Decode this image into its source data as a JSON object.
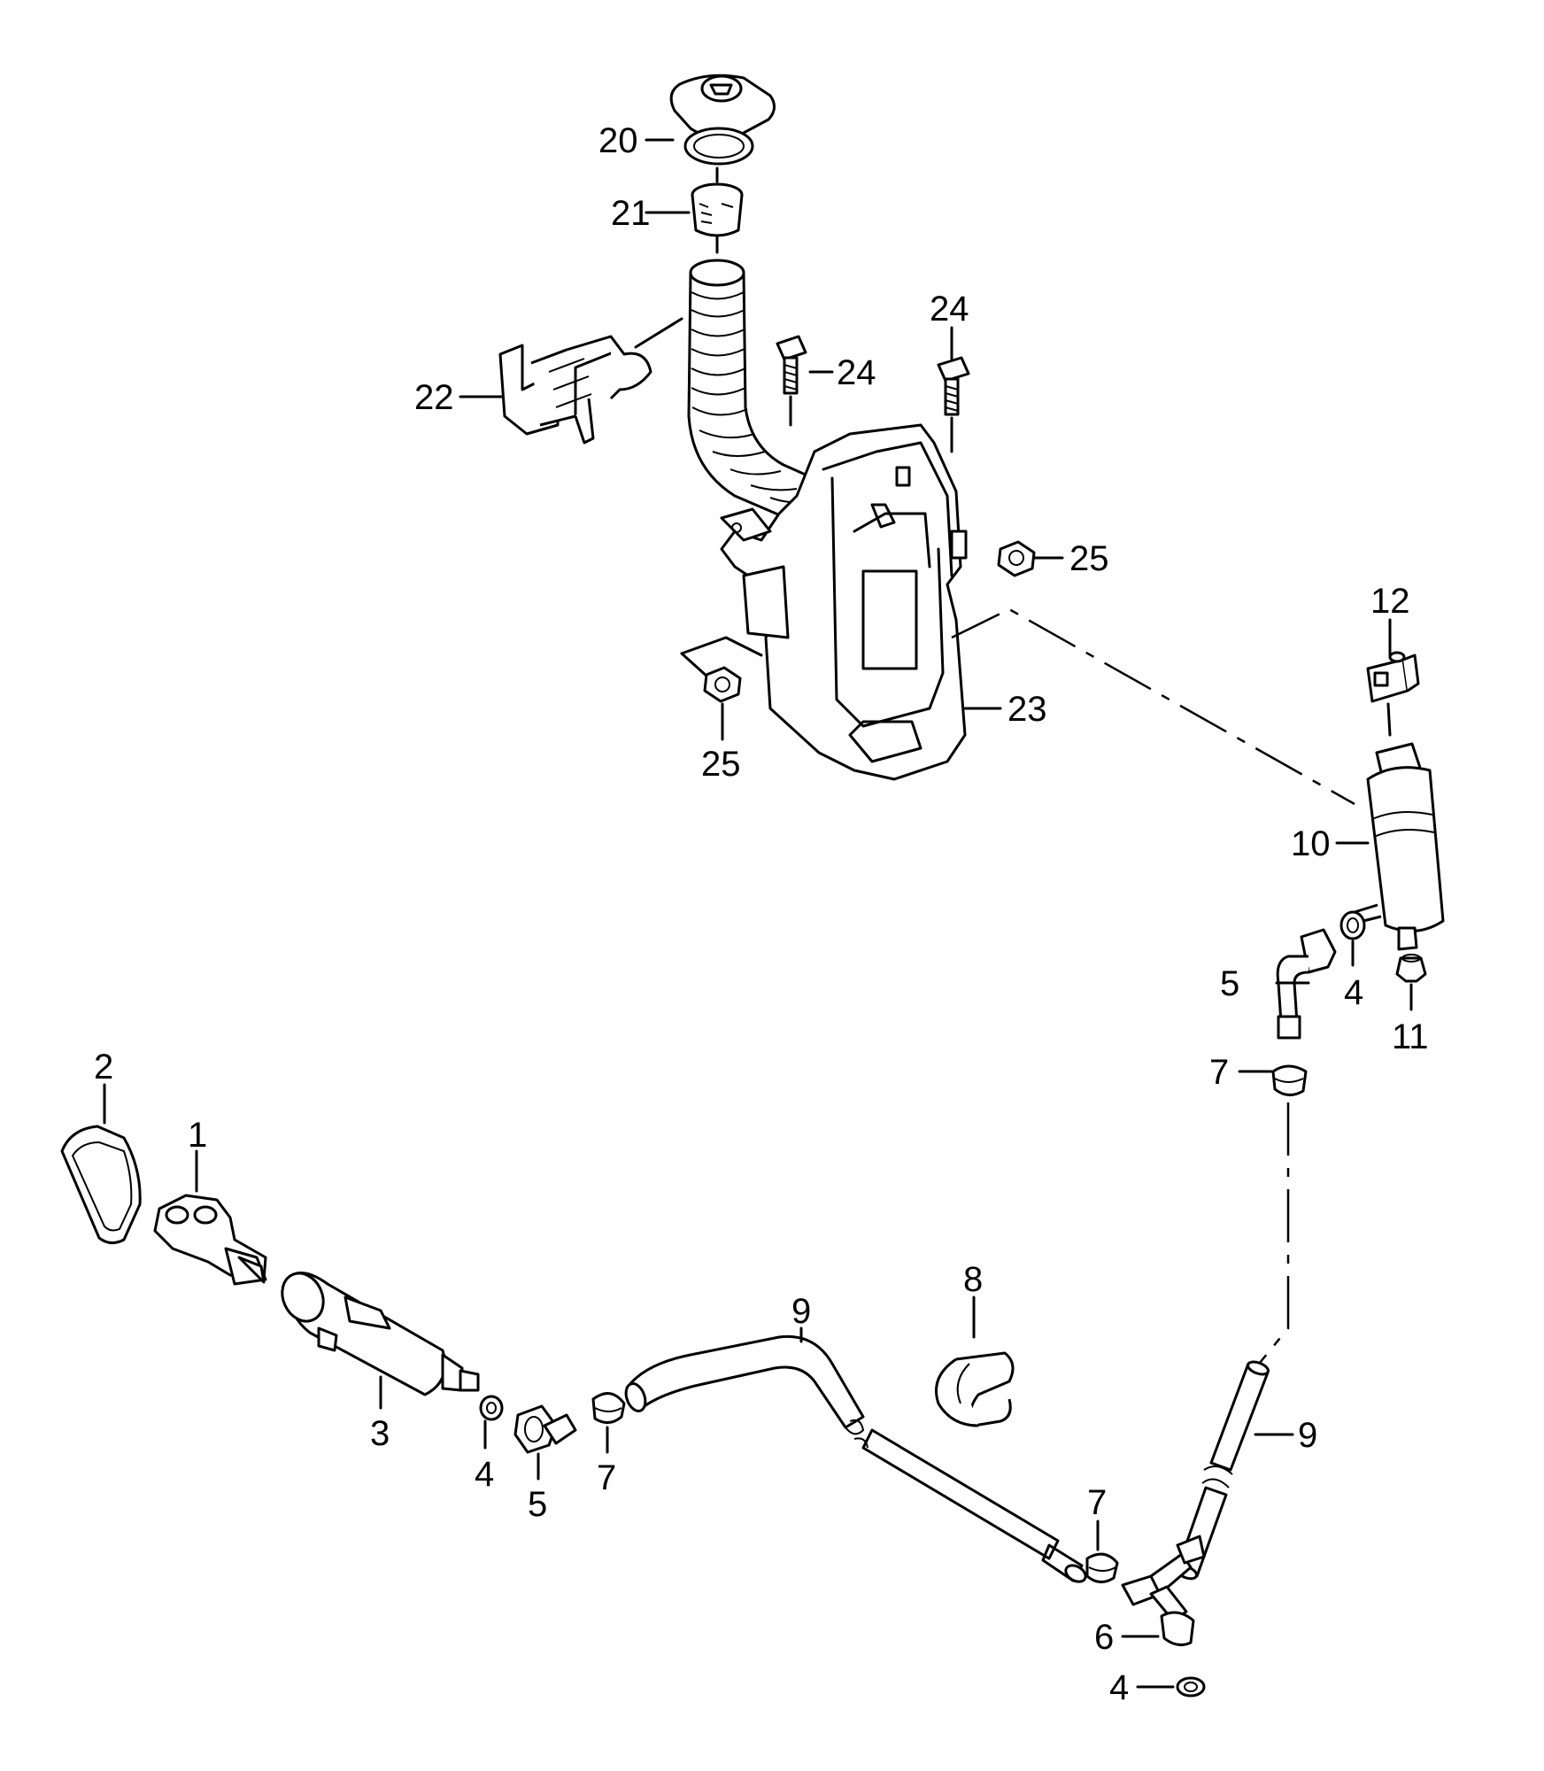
{
  "callouts": [
    {
      "id": "c1",
      "label": "1"
    },
    {
      "id": "c2",
      "label": "2"
    },
    {
      "id": "c3",
      "label": "3"
    },
    {
      "id": "c4a",
      "label": "4"
    },
    {
      "id": "c4b",
      "label": "4"
    },
    {
      "id": "c4c",
      "label": "4"
    },
    {
      "id": "c5a",
      "label": "5"
    },
    {
      "id": "c5b",
      "label": "5"
    },
    {
      "id": "c6",
      "label": "6"
    },
    {
      "id": "c7a",
      "label": "7"
    },
    {
      "id": "c7b",
      "label": "7"
    },
    {
      "id": "c7c",
      "label": "7"
    },
    {
      "id": "c8",
      "label": "8"
    },
    {
      "id": "c9a",
      "label": "9"
    },
    {
      "id": "c9b",
      "label": "9"
    },
    {
      "id": "c10",
      "label": "10"
    },
    {
      "id": "c11",
      "label": "11"
    },
    {
      "id": "c12",
      "label": "12"
    },
    {
      "id": "c20",
      "label": "20"
    },
    {
      "id": "c21",
      "label": "21"
    },
    {
      "id": "c22",
      "label": "22"
    },
    {
      "id": "c23",
      "label": "23"
    },
    {
      "id": "c24a",
      "label": "24"
    },
    {
      "id": "c24b",
      "label": "24"
    },
    {
      "id": "c25a",
      "label": "25"
    },
    {
      "id": "c25b",
      "label": "25"
    }
  ]
}
